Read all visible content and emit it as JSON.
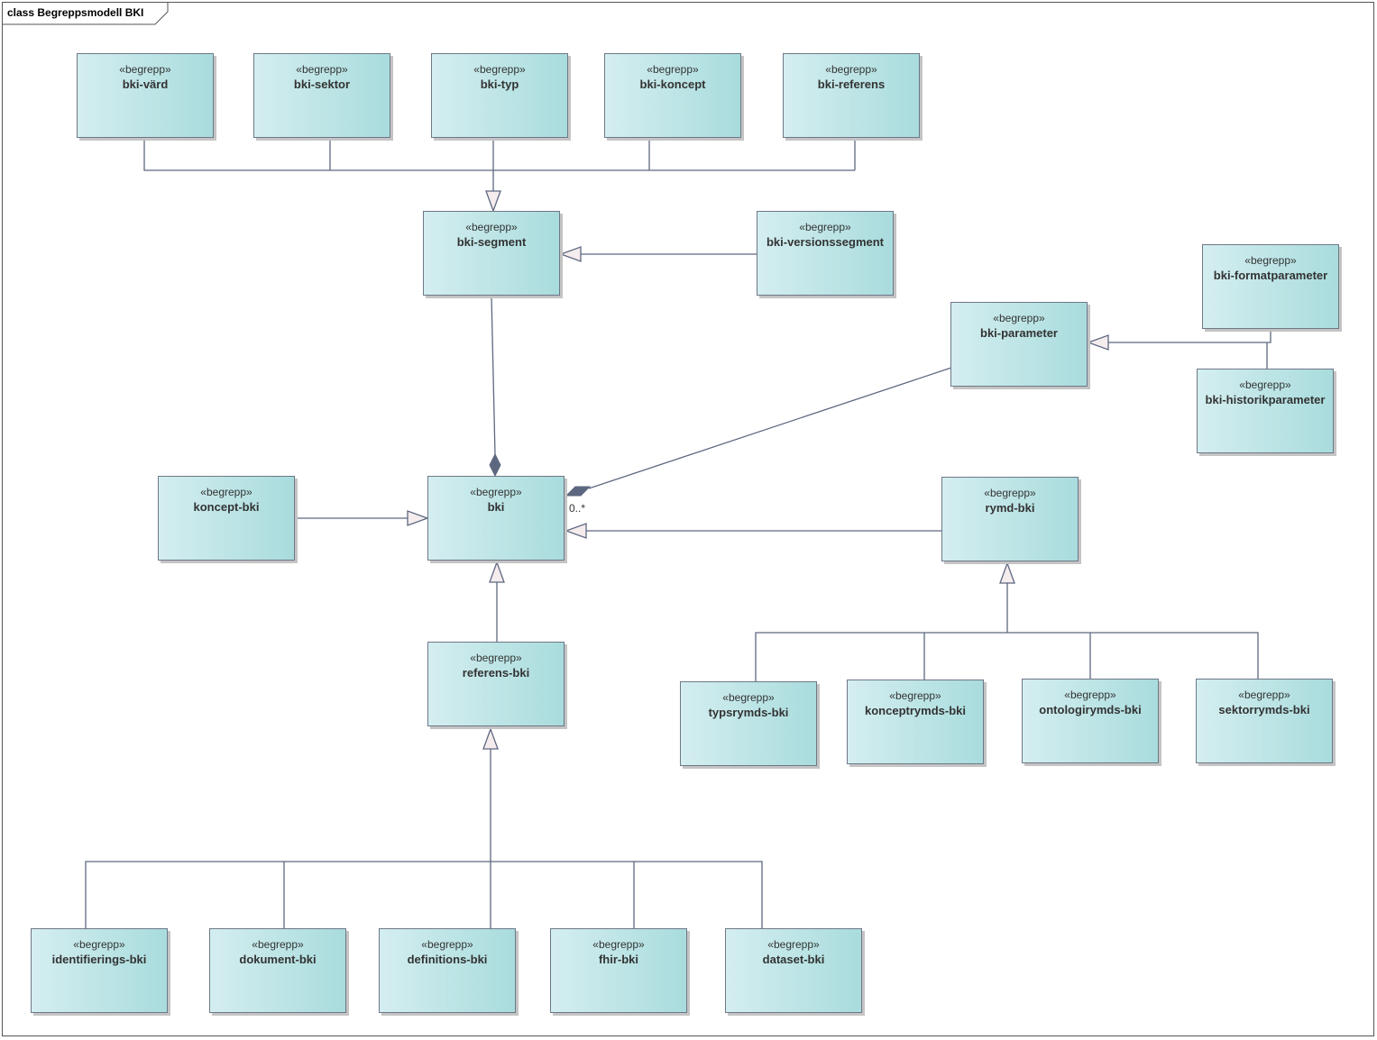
{
  "diagram": {
    "title": "class Begreppsmodell BKI",
    "stereotype": "«begrepp»",
    "multiplicity": "0..*",
    "colors": {
      "box_left": "#d4eef0",
      "box_right": "#a9dcdd",
      "border": "#6e7787",
      "line": "#5d6880",
      "diamond": "#5d6880"
    }
  },
  "classes": {
    "bki_vard": "bki-värd",
    "bki_sektor": "bki-sektor",
    "bki_typ": "bki-typ",
    "bki_koncept": "bki-koncept",
    "bki_referens": "bki-referens",
    "bki_segment": "bki-segment",
    "bki_versionssegment": "bki-versionssegment",
    "bki_formatparameter": "bki-formatparameter",
    "bki_parameter": "bki-parameter",
    "bki_historikparameter": "bki-historikparameter",
    "koncept_bki": "koncept-bki",
    "bki": "bki",
    "rymd_bki": "rymd-bki",
    "referens_bki": "referens-bki",
    "typsrymds_bki": "typsrymds-bki",
    "konceptrymds_bki": "konceptrymds-bki",
    "ontologirymds_bki": "ontologirymds-bki",
    "sektorrymds_bki": "sektorrymds-bki",
    "identifierings_bki": "identifierings-bki",
    "dokument_bki": "dokument-bki",
    "definitions_bki": "definitions-bki",
    "fhir_bki": "fhir-bki",
    "dataset_bki": "dataset-bki"
  }
}
